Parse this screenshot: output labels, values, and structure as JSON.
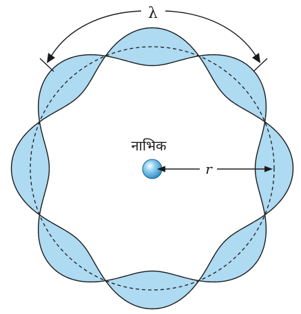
{
  "labels": {
    "wavelength_symbol": "λ",
    "nucleus": "नाभिक",
    "radius": "r"
  },
  "wave": {
    "lobe_count": 8,
    "fill_color": "#aedaf2",
    "stroke_color": "#1a1a1a"
  },
  "nucleus": {
    "color": "#4aa8dc"
  }
}
